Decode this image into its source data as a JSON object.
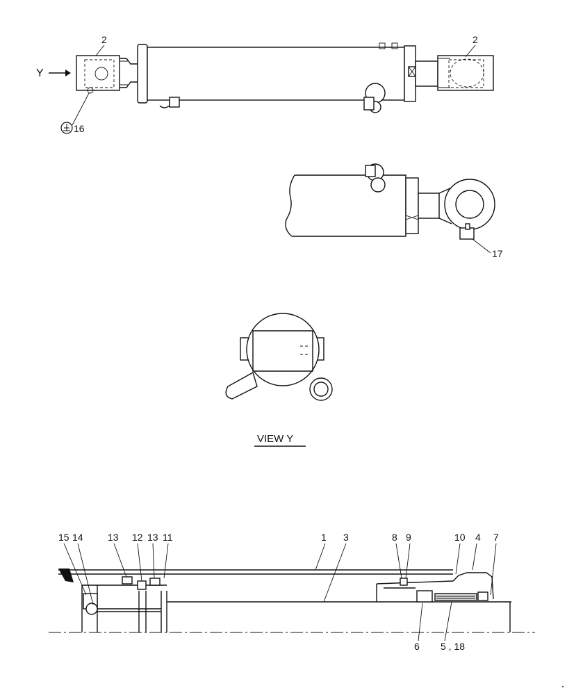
{
  "labels": {
    "top_left_2": "2",
    "top_right_2": "2",
    "view_arrow": "Y",
    "item_16": "16",
    "item_17": "17",
    "view_title": "VIEW Y",
    "sec_15": "15",
    "sec_14": "14",
    "sec_13a": "13",
    "sec_12": "12",
    "sec_13b": "13",
    "sec_11": "11",
    "sec_1": "1",
    "sec_3": "3",
    "sec_8": "8",
    "sec_9": "9",
    "sec_10": "10",
    "sec_4": "4",
    "sec_7": "7",
    "sec_6": "6",
    "sec_5_18": "5 , 18"
  },
  "icons": {
    "grease_fitting": "grease-fitting-icon"
  }
}
